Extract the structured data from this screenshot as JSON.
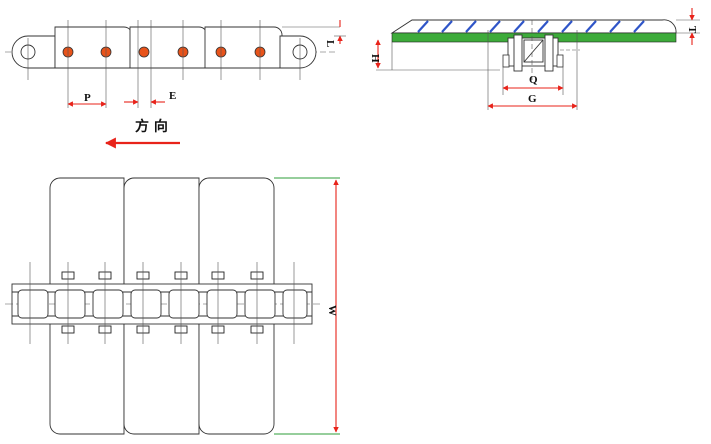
{
  "side_view": {
    "labels": {
      "pitch": "P",
      "offset": "E",
      "plate_height": "L"
    }
  },
  "direction": {
    "text": "方  向",
    "arrow_color": "#e8231a"
  },
  "cross_section": {
    "labels": {
      "height": "H",
      "thickness": "T",
      "inner": "Q",
      "outer": "G"
    },
    "plate_color": "#3dab3a",
    "hatch_color": "#2f55c8"
  },
  "top_view": {
    "labels": {
      "width": "W"
    }
  },
  "colors": {
    "dimension": "#e8231a",
    "extension": "#2e9e3a",
    "pin": "#e8531a"
  }
}
